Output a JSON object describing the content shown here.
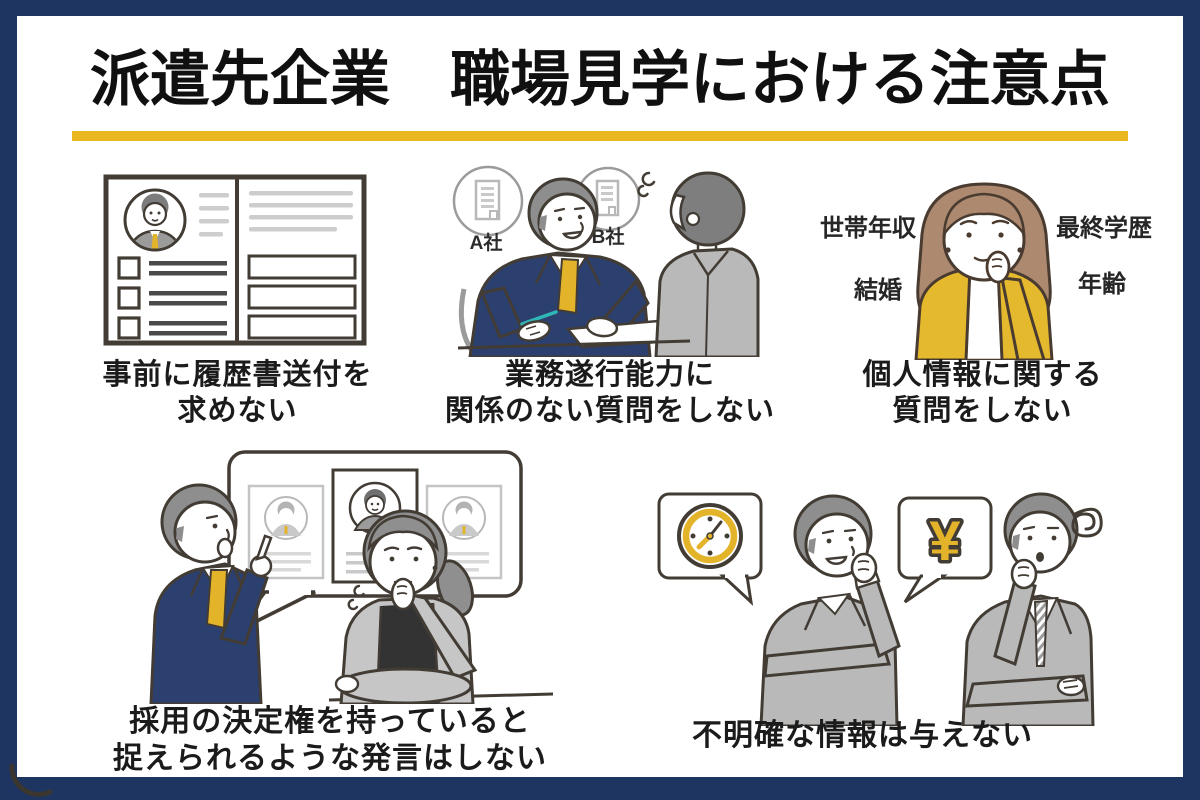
{
  "header": {
    "title": "派遣先企業　職場見学における注意点"
  },
  "colors": {
    "frame_navy": "#1D3560",
    "accent_gold": "#E9B71F",
    "suit_navy": "#2C4070",
    "tie_gold": "#E3B42A",
    "outline": "#423C35"
  },
  "sections": {
    "resume": {
      "caption_line1": "事前に履歴書送付を",
      "caption_line2": "求めない"
    },
    "interview": {
      "company_a": "A社",
      "company_b": "B社",
      "caption_line1": "業務遂行能力に",
      "caption_line2": "関係のない質問をしない"
    },
    "personal": {
      "label_income": "世帯年収",
      "label_education": "最終学歴",
      "label_marriage": "結婚",
      "label_age": "年齢",
      "caption_line1": "個人情報に関する",
      "caption_line2": "質問をしない"
    },
    "hiring": {
      "caption_line1": "採用の決定権を持っていると",
      "caption_line2": "捉えられるような発言はしない"
    },
    "unclear": {
      "yen_symbol": "¥",
      "caption_line1": "不明確な情報は与えない"
    }
  }
}
